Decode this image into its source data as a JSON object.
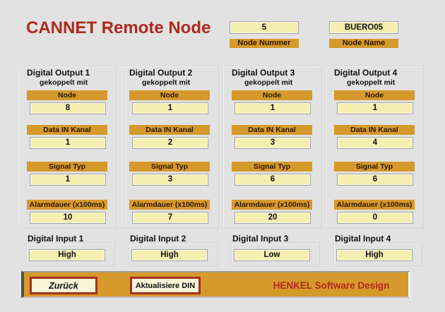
{
  "title": "CANNET Remote Node",
  "node_number": {
    "value": "5",
    "label": "Node Nummer"
  },
  "node_name": {
    "value": "BUERO05",
    "label": "Node Name"
  },
  "outputs": [
    {
      "title": "Digital Output 1",
      "subtitle": "gekoppelt mit",
      "fields": [
        {
          "label": "Node",
          "value": "8"
        },
        {
          "label": "Data IN Kanal",
          "value": "1"
        },
        {
          "label": "Signal Typ",
          "value": "1"
        },
        {
          "label": "Alarmdauer (x100ms)",
          "value": "10"
        }
      ]
    },
    {
      "title": "Digital Output 2",
      "subtitle": "gekoppelt mit",
      "fields": [
        {
          "label": "Node",
          "value": "1"
        },
        {
          "label": "Data IN Kanal",
          "value": "2"
        },
        {
          "label": "Signal Typ",
          "value": "3"
        },
        {
          "label": "Alarmdauer (x100ms)",
          "value": "7"
        }
      ]
    },
    {
      "title": "Digital Output 3",
      "subtitle": "gekoppelt mit",
      "fields": [
        {
          "label": "Node",
          "value": "1"
        },
        {
          "label": "Data IN Kanal",
          "value": "3"
        },
        {
          "label": "Signal Typ",
          "value": "6"
        },
        {
          "label": "Alarmdauer (x100ms)",
          "value": "20"
        }
      ]
    },
    {
      "title": "Digital Output 4",
      "subtitle": "gekoppelt mit",
      "fields": [
        {
          "label": "Node",
          "value": "1"
        },
        {
          "label": "Data IN Kanal",
          "value": "4"
        },
        {
          "label": "Signal Typ",
          "value": "6"
        },
        {
          "label": "Alarmdauer (x100ms)",
          "value": "0"
        }
      ]
    }
  ],
  "inputs": [
    {
      "title": "Digital Input 1",
      "value": "High"
    },
    {
      "title": "Digital Input 2",
      "value": "High"
    },
    {
      "title": "Digital Input 3",
      "value": "Low"
    },
    {
      "title": "Digital Input 4",
      "value": "High"
    }
  ],
  "footer": {
    "back_label": "Zurück",
    "update_label": "Aktualisiere DIN",
    "brand": "HENKEL Software Design"
  },
  "colors": {
    "background": "#E2E2E2",
    "gold": "#D6992B",
    "gold_text": "#2B1802",
    "field_yellow": "#F5EFB2",
    "field_border": "#A1A1A1",
    "title_red": "#B1281E",
    "button_red": "#A0331B",
    "button_cream": "#FBF4D8"
  }
}
